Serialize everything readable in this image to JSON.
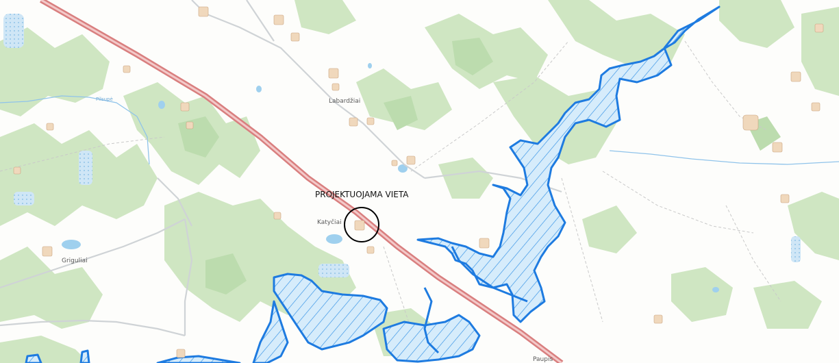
{
  "map": {
    "project_site_label": "PROJEKTUOJAMA VIETA",
    "places": {
      "labardziai": "Labardžiai",
      "katyciai": "Katyčiai",
      "griguliai": "Griguliai",
      "paupis": "Paupis"
    },
    "river_label": "Pilsupė",
    "colors": {
      "background": "#fdfdfb",
      "forest": "#cfe6c2",
      "forest_dark": "#bcdcae",
      "water": "#9fd0ee",
      "flood_zone_outline": "#1e7be0",
      "flood_zone_hatch": "#3a95e6",
      "highway_outer": "#d97f7f",
      "highway_inner": "#f3c9c9",
      "road": "#cfd3d6",
      "track": "#c9c9c9",
      "building": "#f0d8bc",
      "building_outline": "#c8a27e",
      "marker_circle": "#000000"
    },
    "icons": [
      "circle-marker-icon",
      "building-icon",
      "flood-zone-hatch",
      "highway-line",
      "river-line"
    ]
  }
}
